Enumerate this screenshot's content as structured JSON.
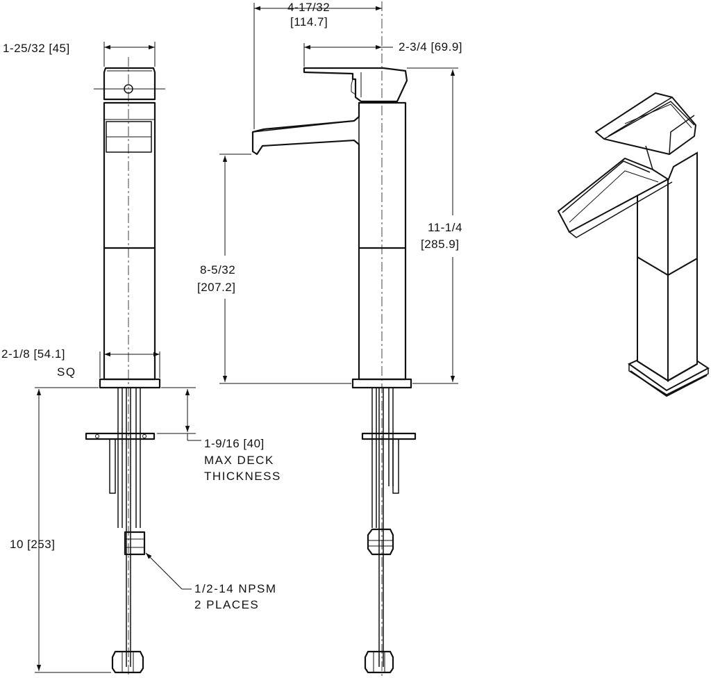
{
  "dimensions": {
    "handle_width": "1-25/32  [45]",
    "spout_reach": "4-17/32",
    "spout_reach_mm": "[114.7]",
    "handle_reach": "2-3/4  [69.9]",
    "total_height": "11-1/4",
    "total_height_mm": "[285.9]",
    "spout_height": "8-5/32",
    "spout_height_mm": "[207.2]",
    "base_size": "2-1/8  [54.1]",
    "base_size_note": "SQ",
    "deck_thickness": "1-9/16  [40]",
    "deck_thickness_note_1": "MAX DECK",
    "deck_thickness_note_2": "THICKNESS",
    "supply_length": "10  [253]",
    "connection": "1/2-14  NPSM",
    "connection_note": "2  PLACES"
  },
  "views": [
    "side-view",
    "front-view",
    "isometric-view"
  ],
  "colors": {
    "line": "#111111",
    "background": "#ffffff"
  }
}
